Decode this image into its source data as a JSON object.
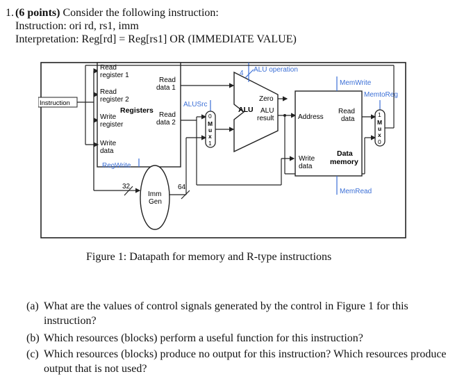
{
  "question": {
    "number": "1.",
    "points": "(6 points)",
    "prompt": "Consider the following instruction:",
    "instruction_line": "Instruction: ori rd, rs1, imm",
    "interpretation_line": "Interpretation: Reg[rd] = Reg[rs1] OR (IMMEDIATE VALUE)"
  },
  "figure": {
    "caption": "Figure 1: Datapath for memory and R-type instructions",
    "labels": {
      "instruction": "Instruction",
      "read_reg1_a": "Read",
      "read_reg1_b": "register 1",
      "read_reg2_a": "Read",
      "read_reg2_b": "register 2",
      "write_reg_a": "Write",
      "write_reg_b": "register",
      "write_data_a": "Write",
      "write_data_b": "data",
      "registers": "Registers",
      "read_data1_a": "Read",
      "read_data1_b": "data 1",
      "read_data2_a": "Read",
      "read_data2_b": "data 2",
      "regwrite": "RegWrite",
      "alusrc": "ALUSrc",
      "alu_op_bits": "4",
      "alu_operation": "ALU operation",
      "zero": "Zero",
      "alu": "ALU",
      "alu_result_a": "ALU",
      "alu_result_b": "result",
      "memwrite": "MemWrite",
      "memtoreg": "MemtoReg",
      "address": "Address",
      "mem_read_data_a": "Read",
      "mem_read_data_b": "data",
      "mem_write_data_a": "Write",
      "mem_write_data_b": "data",
      "data_memory_a": "Data",
      "data_memory_b": "memory",
      "memread": "MemRead",
      "bits_32": "32",
      "bits_64": "64",
      "imm_gen_a": "Imm",
      "imm_gen_b": "Gen",
      "mux1": [
        "0",
        "M",
        "u",
        "x",
        "1"
      ],
      "mux2": [
        "1",
        "M",
        "u",
        "x",
        "0"
      ]
    }
  },
  "parts": [
    {
      "label": "(a)",
      "text": "What are the values of control signals generated by the control in Figure 1 for this instruction?"
    },
    {
      "label": "(b)",
      "text": "Which resources (blocks) perform a useful function for this instruction?"
    },
    {
      "label": "(c)",
      "text": "Which resources (blocks) produce no output for this instruction? Which resources produce output that is not used?"
    }
  ]
}
